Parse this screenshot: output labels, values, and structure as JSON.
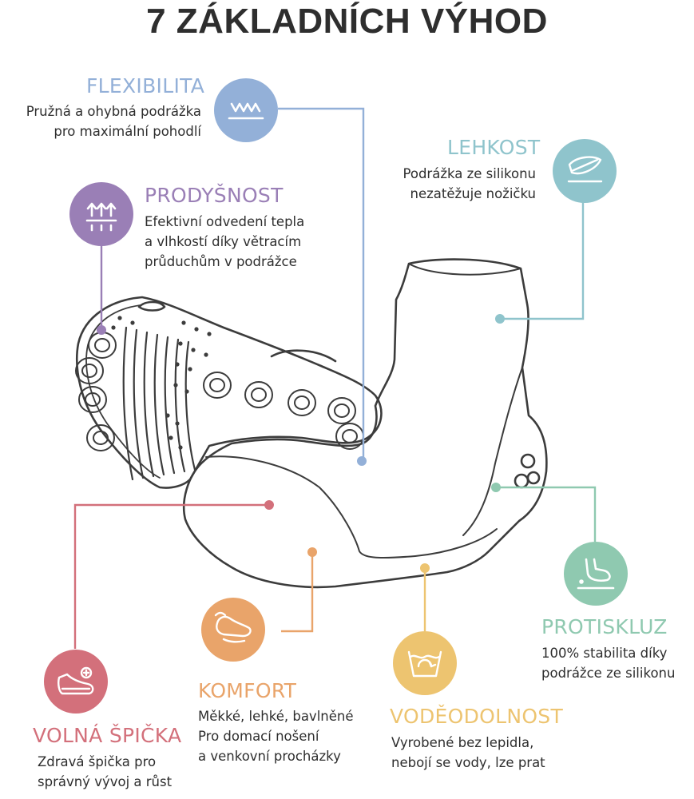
{
  "title": "7 ZÁKLADNÍCH VÝHOD",
  "features": {
    "flexibilita": {
      "heading": "FLEXIBILITA",
      "lines": [
        "Pružná a ohybná podrážka",
        "pro maximální pohodlí"
      ],
      "color": "#93B0D8",
      "icon": "waves-icon"
    },
    "lehkost": {
      "heading": "LEHKOST",
      "lines": [
        "Podrážka ze silikonu",
        "nezatěžuje nožičku"
      ],
      "color": "#8FC4CC",
      "icon": "feather-icon"
    },
    "prodysnost": {
      "heading": "PRODYŠNOST",
      "lines": [
        "Efektivní odvedení tepla",
        "a vlhkostí díky větracím",
        "průduchům v podrážce"
      ],
      "color": "#9A7FB6",
      "icon": "airflow-arrows-icon"
    },
    "protiskluz": {
      "heading": "PROTISKLUZ",
      "lines": [
        "100% stabilita díky",
        "podrážce ze silikonu"
      ],
      "color": "#8FC9B0",
      "icon": "foot-icon"
    },
    "komfort": {
      "heading": "KOMFORT",
      "lines": [
        "Měkké, lehké, bavlněné",
        "Pro domací nošení",
        "a venkovní procházky"
      ],
      "color": "#E9A46A",
      "icon": "shoe-icon"
    },
    "vodeodolnost": {
      "heading": "VODĚODOLNOST",
      "lines": [
        "Vyrobené bez lepidla,",
        "nebojí se vody, lze prat"
      ],
      "color": "#EDC470",
      "icon": "wash-icon"
    },
    "volna_spicka": {
      "heading": "VOLNÁ ŠPIČKA",
      "lines": [
        "Zdravá špička pro",
        "správný vývoj a růst"
      ],
      "color": "#D3707B",
      "icon": "toe-shoe-icon"
    }
  },
  "colors": {
    "title": "#2e2e2e",
    "outline": "#3c3c3c",
    "text": "#2e2e2e"
  }
}
